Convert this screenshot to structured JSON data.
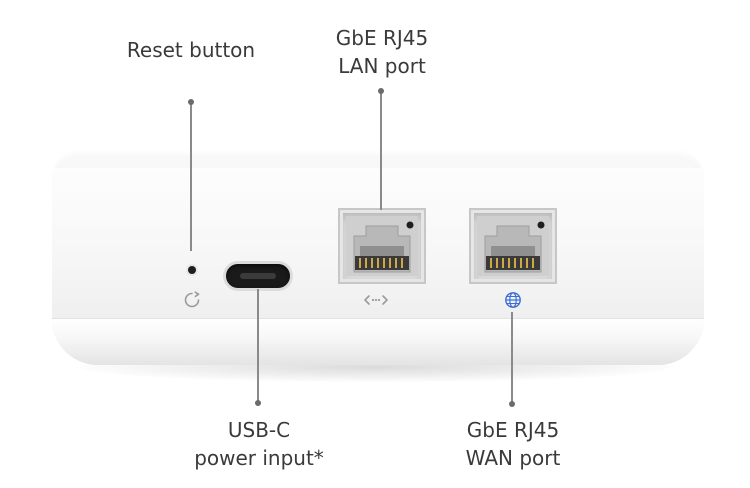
{
  "callouts": {
    "reset": {
      "lines": [
        "Reset button"
      ]
    },
    "lan": {
      "lines": [
        "GbE RJ45",
        "LAN port"
      ]
    },
    "usbc": {
      "lines": [
        "USB-C",
        "power input*"
      ]
    },
    "wan": {
      "lines": [
        "GbE RJ45",
        "WAN port"
      ]
    }
  },
  "colors": {
    "label_text": "#3a3a3a",
    "leader_line": "#8a8a8a",
    "device_body": "#f4f4f4",
    "port_dark": "#1a1a1a",
    "wan_icon": "#3b6fd6",
    "lan_icon": "#9a9a9a"
  },
  "icons": {
    "reset": "reset-arrow-icon",
    "lan": "lan-arrows-icon",
    "wan": "globe-icon"
  }
}
